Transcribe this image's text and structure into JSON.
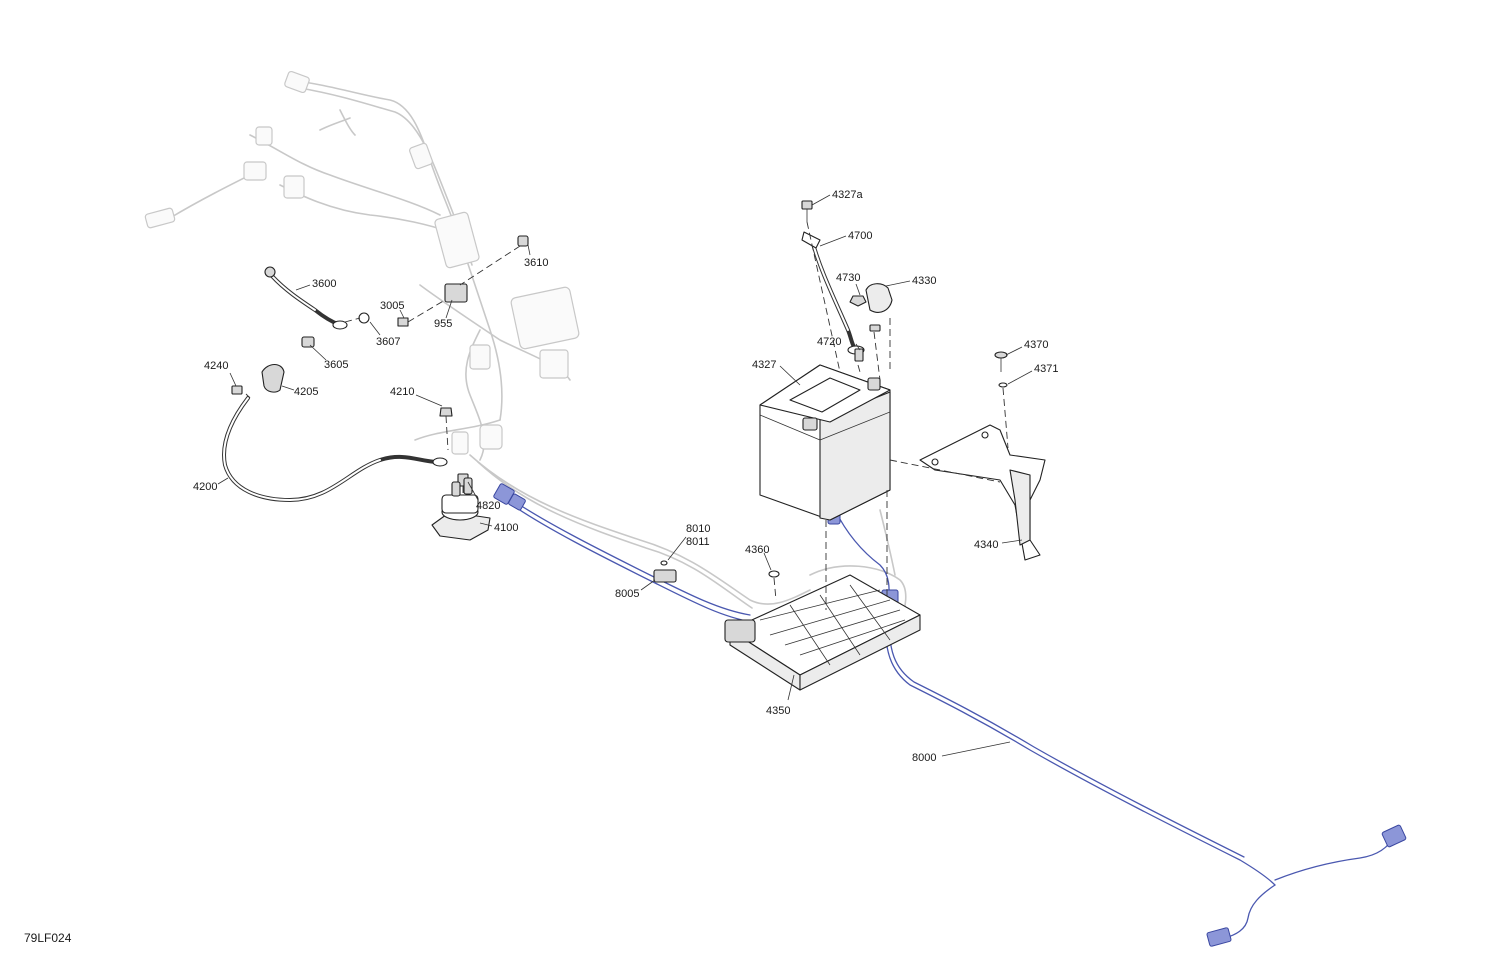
{
  "figure_id": "79LF024",
  "callouts": [
    {
      "id": "4327a",
      "text": "4327a"
    },
    {
      "id": "4700",
      "text": "4700"
    },
    {
      "id": "4730",
      "text": "4730"
    },
    {
      "id": "4330",
      "text": "4330"
    },
    {
      "id": "4720",
      "text": "4720"
    },
    {
      "id": "4327",
      "text": "4327"
    },
    {
      "id": "4370",
      "text": "4370"
    },
    {
      "id": "4371",
      "text": "4371"
    },
    {
      "id": "4340",
      "text": "4340"
    },
    {
      "id": "3610",
      "text": "3610"
    },
    {
      "id": "3600",
      "text": "3600"
    },
    {
      "id": "3005",
      "text": "3005"
    },
    {
      "id": "955",
      "text": "955"
    },
    {
      "id": "3607",
      "text": "3607"
    },
    {
      "id": "3605",
      "text": "3605"
    },
    {
      "id": "4240",
      "text": "4240"
    },
    {
      "id": "4205",
      "text": "4205"
    },
    {
      "id": "4210",
      "text": "4210"
    },
    {
      "id": "4200",
      "text": "4200"
    },
    {
      "id": "4820",
      "text": "4820"
    },
    {
      "id": "4100",
      "text": "4100"
    },
    {
      "id": "8010",
      "text": "8010"
    },
    {
      "id": "8011",
      "text": "8011"
    },
    {
      "id": "4360",
      "text": "4360"
    },
    {
      "id": "8005",
      "text": "8005"
    },
    {
      "id": "4350",
      "text": "4350"
    },
    {
      "id": "8000",
      "text": "8000"
    }
  ],
  "colors": {
    "highlight_harness": "#4a58b0",
    "ghost_harness": "#c8c8c8",
    "line": "#222222"
  }
}
